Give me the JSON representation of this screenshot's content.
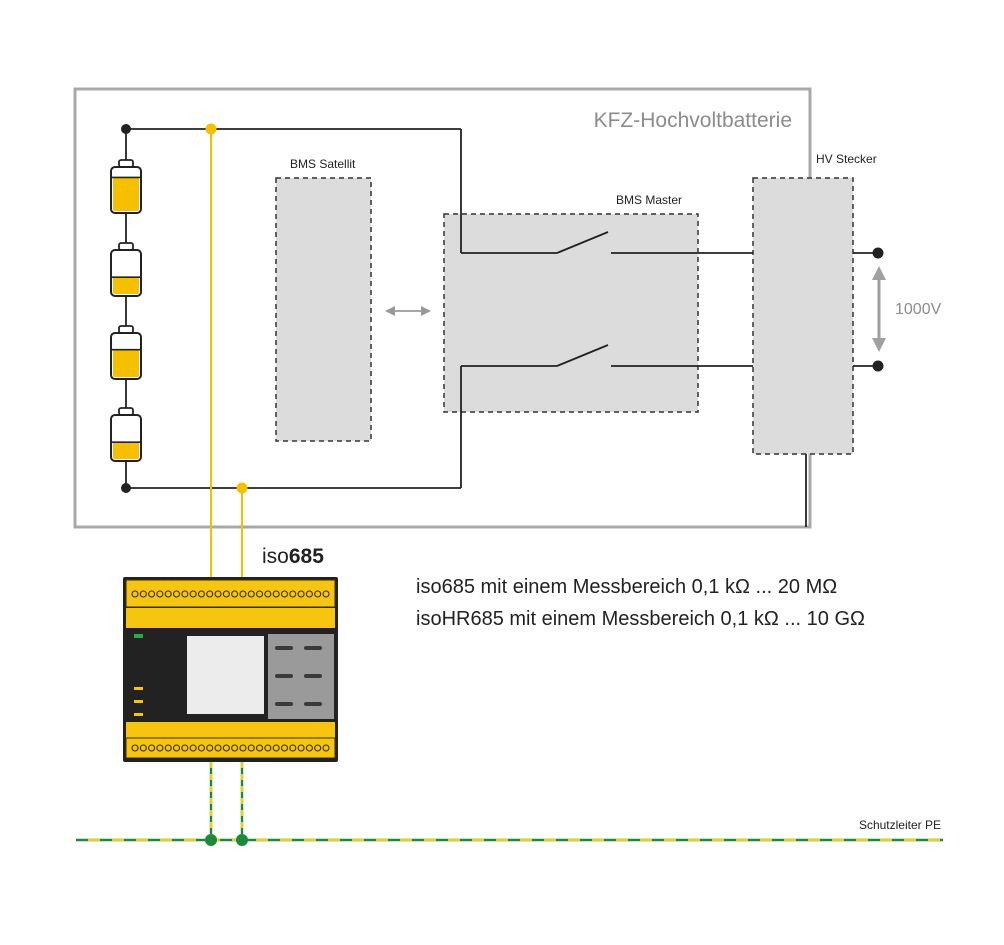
{
  "battery_box": {
    "title": "KFZ-Hochvoltbatterie"
  },
  "bms_satellite": {
    "label": "BMS Satellit"
  },
  "bms_master": {
    "label": "BMS Master"
  },
  "hv_connector": {
    "label": "HV Stecker"
  },
  "voltage": {
    "label": "1000V"
  },
  "device": {
    "name_prefix": "iso",
    "name_bold": "685"
  },
  "description": {
    "line1": "iso685 mit einem Messbereich 0,1 kΩ ... 20 MΩ",
    "line2": "isoHR685 mit einem Messbereich 0,1 kΩ ... 10 GΩ"
  },
  "protective_earth": {
    "label": "Schutzleiter PE"
  },
  "battery_cells": [
    {
      "name": "cell-1",
      "fill": 0.8
    },
    {
      "name": "cell-2",
      "fill": 0.4
    },
    {
      "name": "cell-3",
      "fill": 0.65
    },
    {
      "name": "cell-4",
      "fill": 0.4
    }
  ],
  "colors": {
    "frame": "#a8a8a8",
    "wire": "#222222",
    "accent_yellow": "#f5c000",
    "device_yellow": "#f6c510",
    "dashed_box_fill": "#dcdcdc",
    "earth_green": "#1d8a3a",
    "arrow_gray": "#a0a0a0",
    "text_gray": "#8c8c8c"
  }
}
